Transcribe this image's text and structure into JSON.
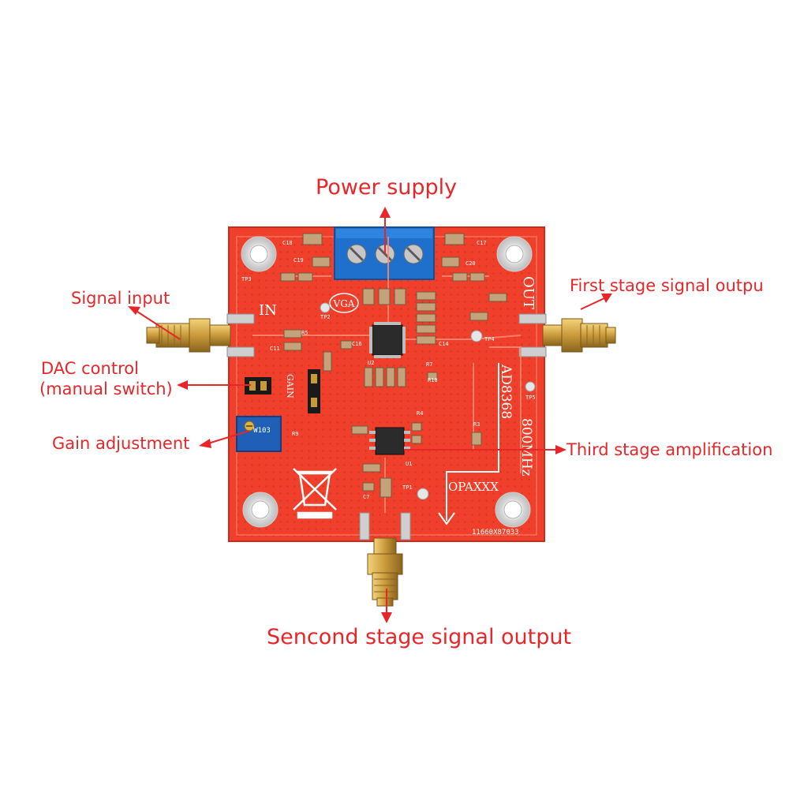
{
  "annotations": {
    "power_supply": "Power supply",
    "signal_input": "Signal input",
    "dac_control_line1": "DAC control",
    "dac_control_line2": "(manual switch)",
    "gain_adjustment": "Gain adjustment",
    "first_stage": "First stage signal outpu",
    "third_stage": "Third stage amplification",
    "second_stage": "Sencond stage signal output"
  },
  "board_silkscreen": {
    "in": "IN",
    "out": "OUT",
    "vga": "VGA",
    "ad8368": "AD8368",
    "freq": "800MHz",
    "opaxxx": "OPAXXX",
    "gain": "GAIN",
    "serial": "11660X87033",
    "trimmer": "W103",
    "tp1": "TP1",
    "tp2": "TP2",
    "tp3": "TP3",
    "tp4": "TP4",
    "tp5": "TP5",
    "c17": "C17",
    "c18": "C18",
    "c19": "C19",
    "c20": "C20",
    "c11": "C11",
    "c16": "C16",
    "c14": "C14",
    "c7": "C7",
    "r5": "R5",
    "r7": "R7",
    "r10": "R10",
    "r4": "R4",
    "r3": "R3",
    "r9": "R9",
    "u1": "U1",
    "u2": "U2"
  },
  "colors": {
    "annotation": "#e8262a",
    "pcb": "#f0402c",
    "pcb_edge": "#c92b1c",
    "connector_blue": "#1f6fcc",
    "gold": "#c99a3a"
  }
}
